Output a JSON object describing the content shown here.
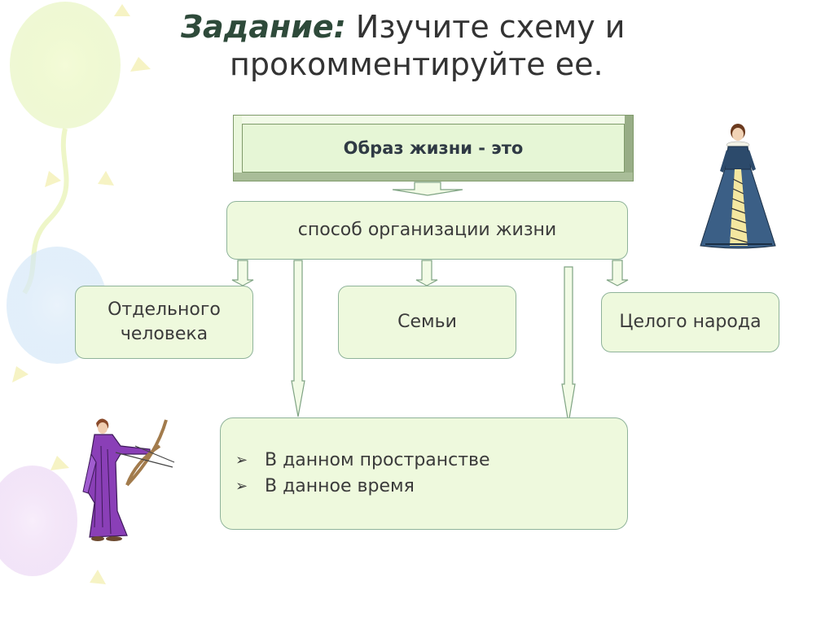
{
  "title": {
    "task_label": "Задание:",
    "line1": "Изучите схему и",
    "line2": "прокомментируйте ее."
  },
  "diagram": {
    "header": "Образ жизни - это",
    "main": "способ организации жизни",
    "branches": {
      "person": [
        "Отдельного",
        "человека"
      ],
      "family": "Семьи",
      "people": "Целого народа"
    },
    "conditions": [
      "В данном пространстве",
      "В данное время"
    ],
    "bullet_icon": "chevron-right-icon"
  },
  "colors": {
    "box_fill": "#eef9dd",
    "box_border": "#8fb39a",
    "header_fill": "#e6f6d6",
    "title_accent": "#2e4a3a"
  },
  "illustrations": [
    "woman-in-gown-figure",
    "archer-figure"
  ]
}
